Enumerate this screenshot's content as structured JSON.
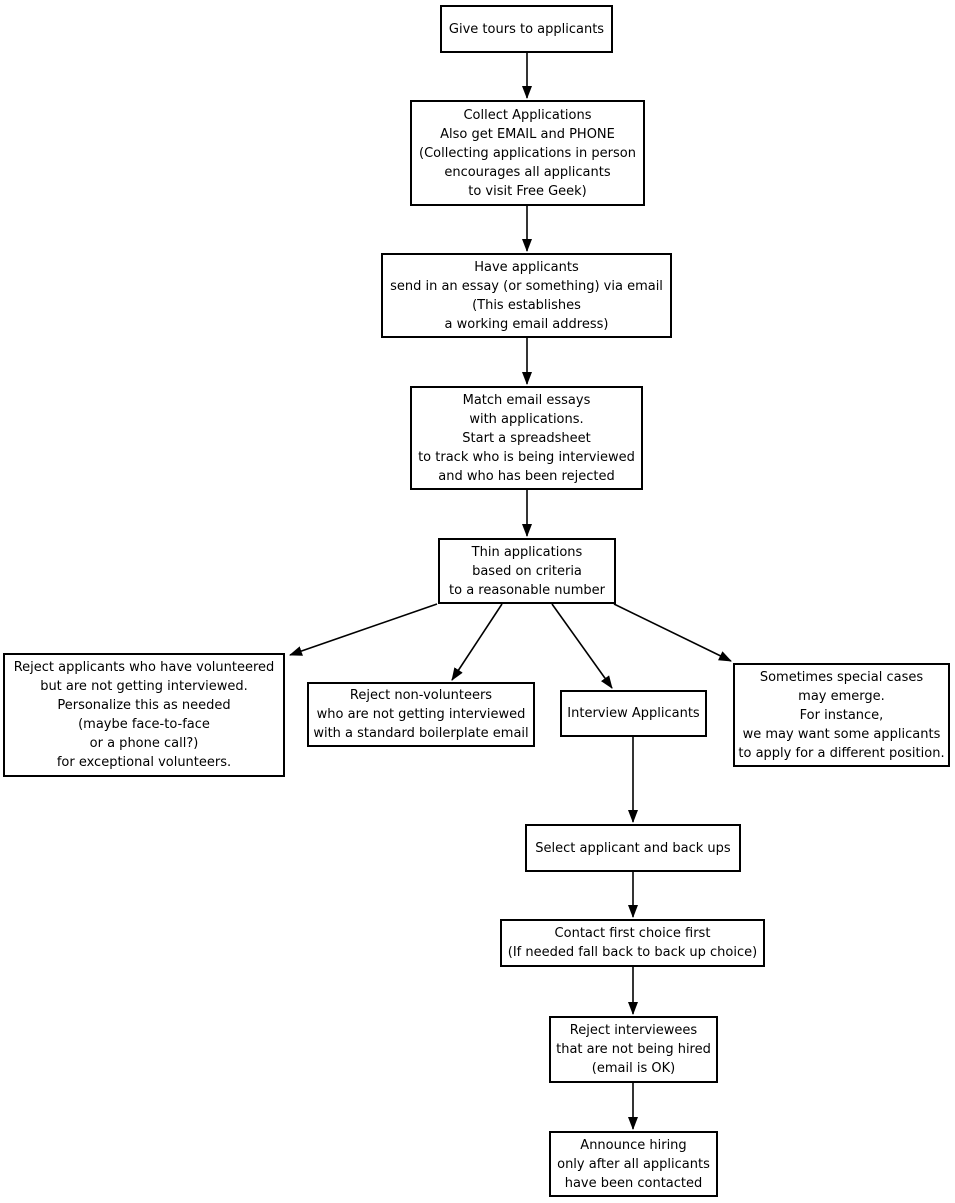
{
  "diagram": {
    "type": "flowchart",
    "title": "Hiring / applicant screening process flowchart",
    "colors": {
      "background": "#ffffff",
      "node_fill": "#ffffff",
      "node_border": "#000000",
      "text": "#000000",
      "arrow": "#000000"
    },
    "nodes": {
      "give_tours": {
        "lines": [
          "Give tours to applicants"
        ]
      },
      "collect_applications": {
        "lines": [
          "Collect Applications",
          "Also get EMAIL and PHONE",
          "(Collecting applications in person",
          "encourages all applicants",
          "to visit Free Geek)"
        ]
      },
      "email_essay": {
        "lines": [
          "Have applicants",
          "send in an essay (or something) via email",
          "(This establishes",
          "a working email address)"
        ]
      },
      "match_essays": {
        "lines": [
          "Match email essays",
          "with applications.",
          "Start a spreadsheet",
          "to track who is being interviewed",
          "and who has been rejected"
        ]
      },
      "thin_applications": {
        "lines": [
          "Thin applications",
          "based on criteria",
          "to a reasonable number"
        ]
      },
      "reject_volunteers": {
        "lines": [
          "Reject applicants who have volunteered",
          "but are not getting interviewed.",
          "Personalize this as needed",
          "(maybe face-to-face",
          "or a phone call?)",
          "for exceptional volunteers."
        ]
      },
      "reject_non_volunteers": {
        "lines": [
          "Reject non-volunteers",
          "who are not getting interviewed",
          "with a standard boilerplate email"
        ]
      },
      "interview_applicants": {
        "lines": [
          "Interview Applicants"
        ]
      },
      "special_cases": {
        "lines": [
          "Sometimes special cases",
          "may emerge.",
          "For instance,",
          "we may want some applicants",
          "to apply for a different position."
        ]
      },
      "select_applicant": {
        "lines": [
          "Select applicant and back ups"
        ]
      },
      "contact_first_choice": {
        "lines": [
          "Contact first choice first",
          "(If needed fall back to back up choice)"
        ]
      },
      "reject_interviewees": {
        "lines": [
          "Reject interviewees",
          "that are not being hired",
          "(email is OK)"
        ]
      },
      "announce_hiring": {
        "lines": [
          "Announce hiring",
          "only after all applicants",
          "have been contacted"
        ]
      }
    },
    "edges": [
      {
        "from": "give_tours",
        "to": "collect_applications"
      },
      {
        "from": "collect_applications",
        "to": "email_essay"
      },
      {
        "from": "email_essay",
        "to": "match_essays"
      },
      {
        "from": "match_essays",
        "to": "thin_applications"
      },
      {
        "from": "thin_applications",
        "to": "reject_volunteers"
      },
      {
        "from": "thin_applications",
        "to": "reject_non_volunteers"
      },
      {
        "from": "thin_applications",
        "to": "interview_applicants"
      },
      {
        "from": "thin_applications",
        "to": "special_cases"
      },
      {
        "from": "interview_applicants",
        "to": "select_applicant"
      },
      {
        "from": "select_applicant",
        "to": "contact_first_choice"
      },
      {
        "from": "contact_first_choice",
        "to": "reject_interviewees"
      },
      {
        "from": "reject_interviewees",
        "to": "announce_hiring"
      }
    ]
  }
}
